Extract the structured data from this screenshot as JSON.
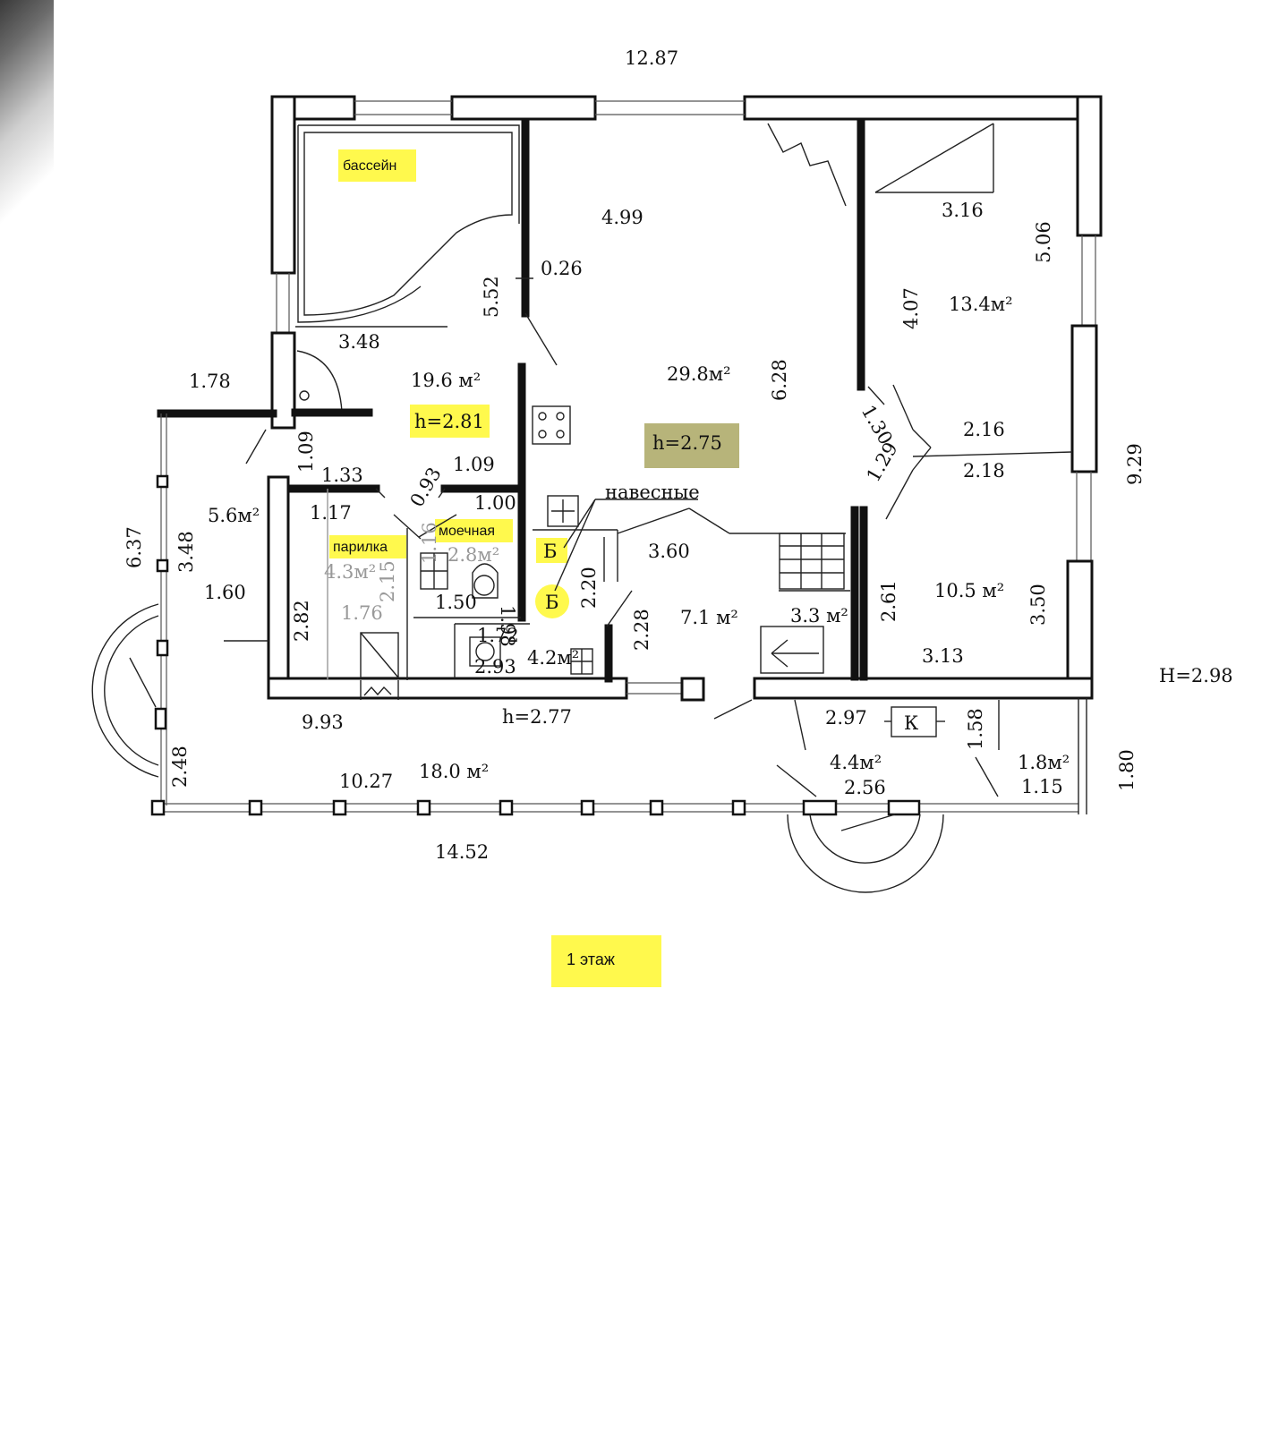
{
  "dims": {
    "top_total": "12.87",
    "pool_top": "4.99",
    "d_026": "0.26",
    "d_552": "5.52",
    "d_348a": "3.48",
    "d_178": "1.78",
    "d_109a": "1.09",
    "d_133": "1.33",
    "d_117": "1.17",
    "d_093": "0.93",
    "d_109b": "1.09",
    "d_100": "1.00",
    "d_637": "6.37",
    "d_348b": "3.48",
    "d_160": "1.60",
    "d_282": "2.82",
    "d_215": "2.15",
    "d_176": "1.76",
    "d_116": "1.16",
    "d_150": "1.50",
    "d_198": "1.98",
    "d_172": "1.72",
    "d_293": "2.93",
    "d_220": "2.20",
    "d_360": "3.60",
    "d_228": "2.28",
    "d_628": "6.28",
    "d_316": "3.16",
    "d_506": "5.06",
    "d_407": "4.07",
    "d_130": "1.30",
    "d_129": "1.29",
    "d_216": "2.16",
    "d_218": "2.18",
    "d_929": "9.29",
    "d_261": "2.61",
    "d_350": "3.50",
    "d_313": "3.13",
    "d_993": "9.93",
    "d_1027": "10.27",
    "d_248": "2.48",
    "d_297": "2.97",
    "d_158": "1.58",
    "d_256": "2.56",
    "d_115": "1.15",
    "d_180": "1.80",
    "bottom_total": "14.52"
  },
  "areas": {
    "a_196": "19.6 м²",
    "a_298": "29.8м²",
    "a_134": "13.4м²",
    "a_56": "5.6м²",
    "a_43": "4.3м²",
    "a_28": "2.8м²",
    "a_71": "7.1 м²",
    "a_33": "3.3 м²",
    "a_105": "10.5 м²",
    "a_42": "4.2м²",
    "a_180": "18.0 м²",
    "a_44": "4.4м²",
    "a_18": "1.8м²"
  },
  "heights": {
    "h_281": "h=2.81",
    "h_275": "h=2.75",
    "h_277": "h=2.77",
    "H_298": "H=2.98"
  },
  "labels": {
    "pool": "бассейн",
    "steam": "парилка",
    "wash": "моечная",
    "hanging": "навесные",
    "boiler_small": "Б",
    "boiler_round": "Б",
    "k": "К",
    "floor": "1 этаж"
  },
  "colors": {
    "highlight": "#fff94d",
    "highlight_olive": "#b7b47a",
    "ink": "#111111",
    "gray_ink": "#999999"
  }
}
